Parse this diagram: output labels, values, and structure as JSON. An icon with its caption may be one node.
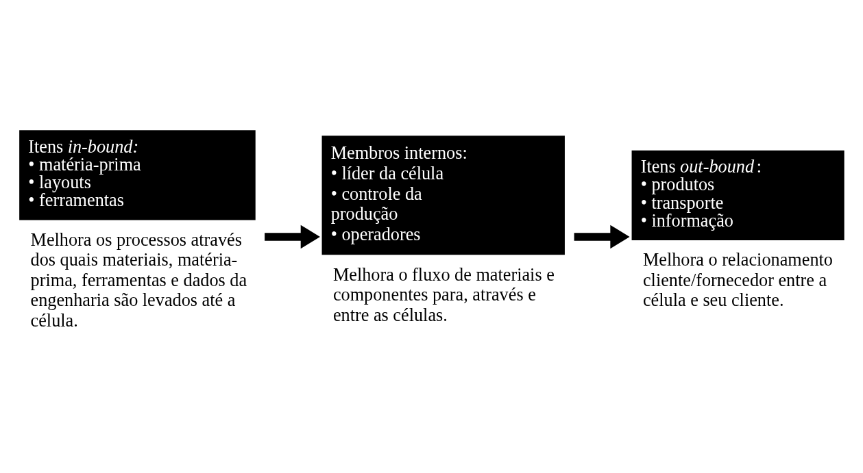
{
  "diagram": {
    "nodes": [
      {
        "text": [
          "Itens *in-bound:*",
          "• matéria-prima",
          "• layouts",
          "• ferramentas"
        ],
        "beside": [
          "Melhora os processos através dos quais materiais, matéria-prima, ferramentas e dados da engenharia são levados até a célula."
        ]
      },
      {
        "text": [
          "Membros internos:",
          "• líder da célula",
          "• controle da produção",
          "• operadores"
        ],
        "beside": [
          "Melhora o fluxo de materiais e componentes para, através e entre as células."
        ]
      },
      {
        "text": [
          "Itens *out-bound*:",
          "• produtos",
          "• transporte",
          "• informação"
        ],
        "beside": [
          "Melhora o relacionamento cliente/fornecedor entre a célula e seu cliente."
        ]
      }
    ],
    "edges": [
      {
        "from": 0,
        "to": 1,
        "arrow": "to"
      },
      {
        "from": 1,
        "to": 2,
        "arrow": "to"
      }
    ]
  }
}
